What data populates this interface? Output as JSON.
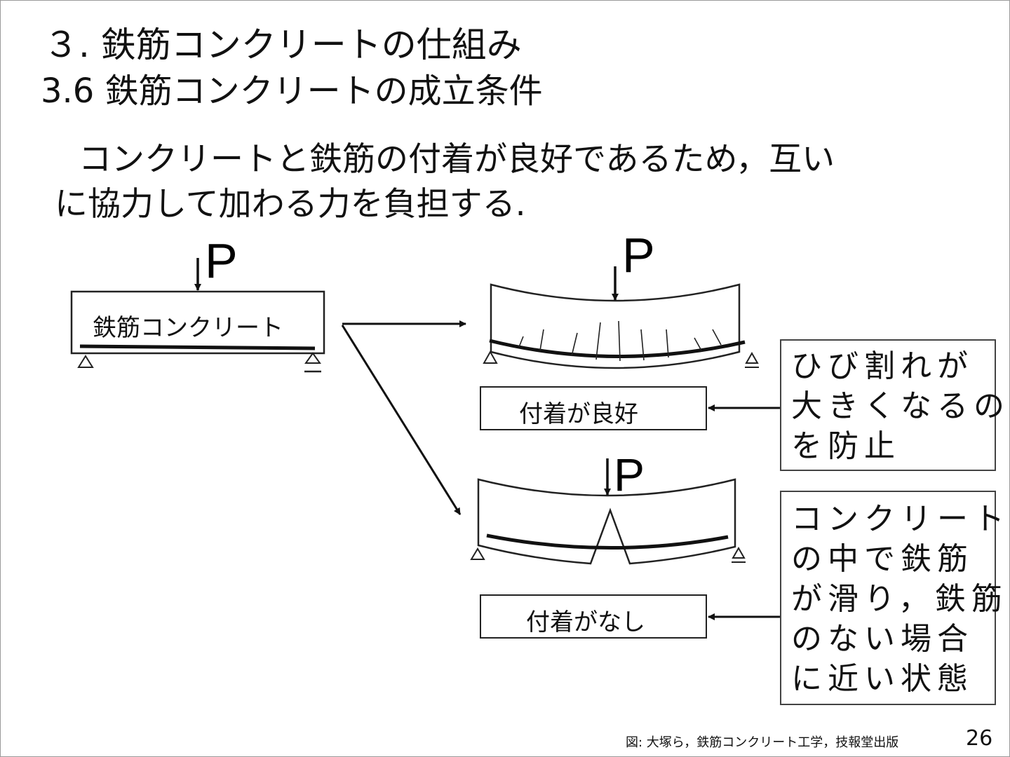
{
  "slide": {
    "title": "３. 鉄筋コンクリートの仕組み",
    "subtitle": "3.6  鉄筋コンクリートの成立条件",
    "paragraph_line1": "コンクリートと鉄筋の付着が良好であるため，互い",
    "paragraph_line2": "に協力して加わる力を負担する.",
    "citation": "図: 大塚ら，鉄筋コンクリート工学，技報堂出版",
    "page_number": "26"
  },
  "diagram": {
    "load_symbol": "P",
    "beam_label": "鉄筋コンクリート",
    "good_bond_label": "付着が良好",
    "no_bond_label": "付着がなし",
    "note_cracks": [
      "ひび割れが",
      "大きくなるの",
      "を防止"
    ],
    "note_slip": [
      "コンクリート",
      "の中で鉄筋",
      "が滑り，鉄筋",
      "のない場合",
      "に近い状態"
    ]
  }
}
